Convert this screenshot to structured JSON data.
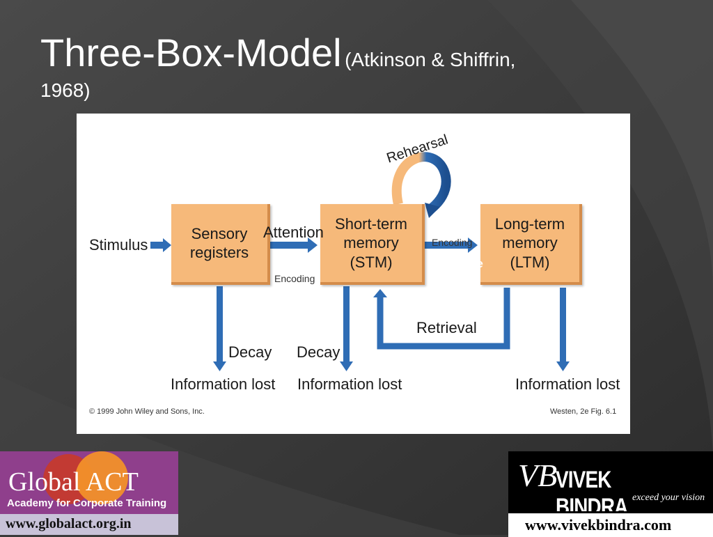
{
  "slide": {
    "title": "Three-Box-Model",
    "subtitle_part1": "(Atkinson & Shiffrin,",
    "subtitle_part2": "1968)"
  },
  "diagram": {
    "stimulus": "Stimulus",
    "boxes": {
      "sensory": "Sensory\nregisters",
      "stm": "Short-term\nmemory (STM)",
      "ltm": "Long-term\nmemory (LTM)"
    },
    "attention": "Attention",
    "encoding_lower": "Encoding",
    "encoding_upper": "Encoding",
    "rehearsal": "Rehearsal",
    "retrieval": "Retrieval",
    "decay_1": "Decay",
    "decay_2": "Decay",
    "info_lost_1": "Information lost",
    "info_lost_2": "Information lost",
    "info_lost_3": "Information lost",
    "copyright": "© 1999 John Wiley and Sons, Inc.",
    "figure_ref": "Westen, 2e Fig. 6.1",
    "fragment": "de"
  },
  "logos": {
    "left": {
      "brand": "Global ACT",
      "tagline": "Academy  for Corporate Training",
      "url": "www.globalact.org.in"
    },
    "right": {
      "name": "VIVEK BINDRA",
      "slogan": "exceed your vision",
      "url": "www.vivekbindra.com"
    }
  },
  "colors": {
    "background": "#3a3a3a",
    "box_fill": "#f6b97a",
    "arrow_blue": "#2f6db5"
  }
}
